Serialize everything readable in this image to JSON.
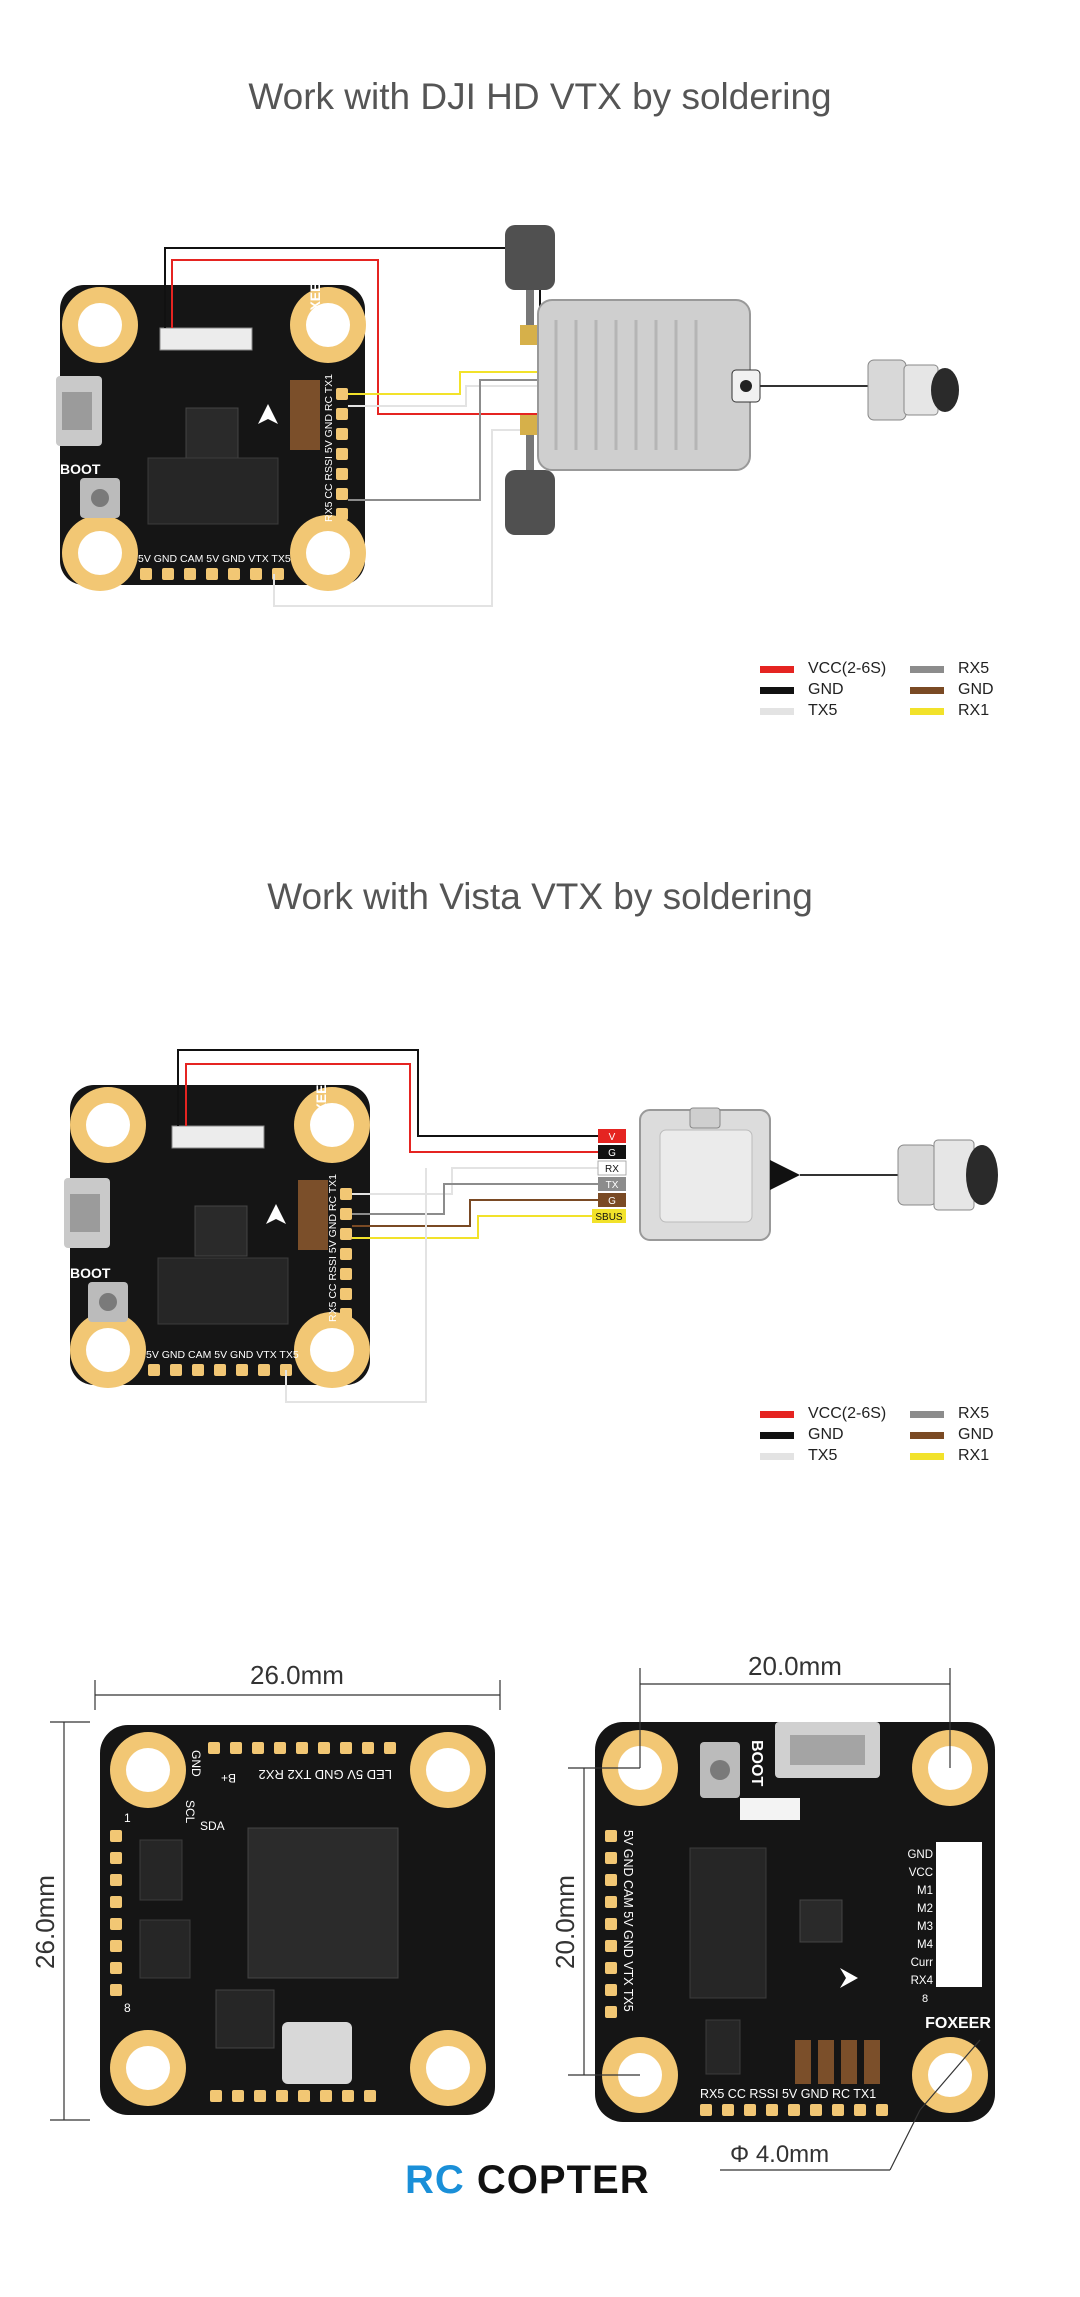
{
  "sections": [
    {
      "title": "Work with DJI HD VTX by soldering"
    },
    {
      "title": "Work with Vista VTX by soldering"
    }
  ],
  "legend": {
    "items_left": [
      {
        "label": "VCC(2-6S)",
        "color": "#e52421"
      },
      {
        "label": "GND",
        "color": "#111111"
      },
      {
        "label": "TX5",
        "color": "#e3e3e3"
      }
    ],
    "items_right": [
      {
        "label": "RX5",
        "color": "#8c8c8c"
      },
      {
        "label": "GND",
        "color": "#7a4a24"
      },
      {
        "label": "RX1",
        "color": "#f2e22a"
      }
    ]
  },
  "board_labels": {
    "brand": "FOXEER",
    "boot": "BOOT",
    "bottom_pads": "5V GND CAM 5V GND VTX TX5",
    "side_pads": "RX5 CC RSSI 5V GND RC TX1",
    "connector_pins": [
      "GND",
      "VCC",
      "M1",
      "M2",
      "M3",
      "M4",
      "Curr",
      "RX4"
    ],
    "connector_pin_count": "8"
  },
  "vista_pins": [
    "V",
    "G",
    "RX",
    "TX",
    "G",
    "SBUS"
  ],
  "dimensions": {
    "back_width": "26.0mm",
    "back_height": "26.0mm",
    "front_width": "20.0mm",
    "front_height": "20.0mm",
    "hole": "Φ 4.0mm"
  },
  "back_board_labels": {
    "top_pads": "LED 5V GND TX2 RX2",
    "gnd": "GND",
    "scl": "SCL",
    "sda": "SDA",
    "bplus": "B+",
    "one": "1",
    "eight": "8"
  },
  "front_board_labels": {
    "left_pads": "5V GND CAM 5V GND VTX TX5",
    "bottom_pads": "RX5 CC RSSI 5V GND RC TX1",
    "right_pins": [
      "GND",
      "VCC",
      "M1",
      "M2",
      "M3",
      "M4",
      "Curr",
      "RX4"
    ],
    "eight": "8"
  },
  "logo": {
    "part1": "RC",
    "part2": "COPTER"
  }
}
